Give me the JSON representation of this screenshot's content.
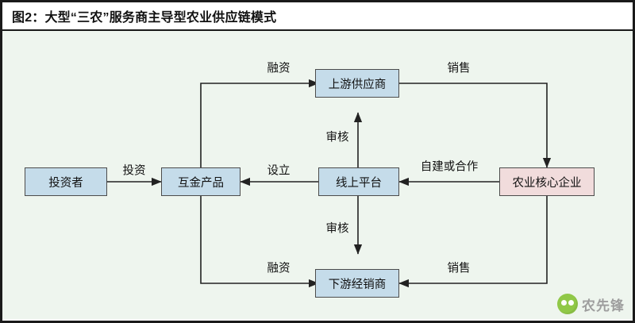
{
  "figure": {
    "title": "图2：大型“三农”服务商主导型农业供应链模式",
    "canvas_bg": "#eef5ee",
    "colors": {
      "node_blue": "#c5dcea",
      "node_pink": "#f1dcdc",
      "border": "#4c4c4c",
      "line": "#222222",
      "frame": "#1a1a1a"
    }
  },
  "nodes": [
    {
      "id": "investor",
      "label": "投资者",
      "style": "blue"
    },
    {
      "id": "mutual_gold_product",
      "label": "互金产品",
      "style": "blue"
    },
    {
      "id": "online_platform",
      "label": "线上平台",
      "style": "blue"
    },
    {
      "id": "upstream_supplier",
      "label": "上游供应商",
      "style": "blue"
    },
    {
      "id": "downstream_distributor",
      "label": "下游经销商",
      "style": "blue"
    },
    {
      "id": "agri_core_enterprise",
      "label": "农业核心企业",
      "style": "pink"
    }
  ],
  "edges": [
    {
      "from": "investor",
      "to": "mutual_gold_product",
      "label": "投资"
    },
    {
      "from": "online_platform",
      "to": "mutual_gold_product",
      "label": "设立"
    },
    {
      "from": "online_platform",
      "to": "upstream_supplier",
      "label": "审核"
    },
    {
      "from": "online_platform",
      "to": "downstream_distributor",
      "label": "审核"
    },
    {
      "from": "mutual_gold_product",
      "to": "upstream_supplier",
      "label": "融资"
    },
    {
      "from": "mutual_gold_product",
      "to": "downstream_distributor",
      "label": "融资"
    },
    {
      "from": "agri_core_enterprise",
      "to": "online_platform",
      "label": "自建或合作"
    },
    {
      "from": "upstream_supplier",
      "to": "agri_core_enterprise",
      "label": "销售"
    },
    {
      "from": "downstream_distributor",
      "to": "agri_core_enterprise",
      "label": "销售"
    }
  ],
  "labels": {
    "invest": "投资",
    "establish": "设立",
    "audit_top": "审核",
    "audit_bottom": "审核",
    "financing_top": "融资",
    "financing_bottom": "融资",
    "self_build_or_cooperate": "自建或合作",
    "sales_top": "销售",
    "sales_bottom": "销售"
  },
  "watermark": {
    "text": "农先锋",
    "logo_icon": "sprout-circle-icon",
    "logo_color": "#8cc63f"
  }
}
